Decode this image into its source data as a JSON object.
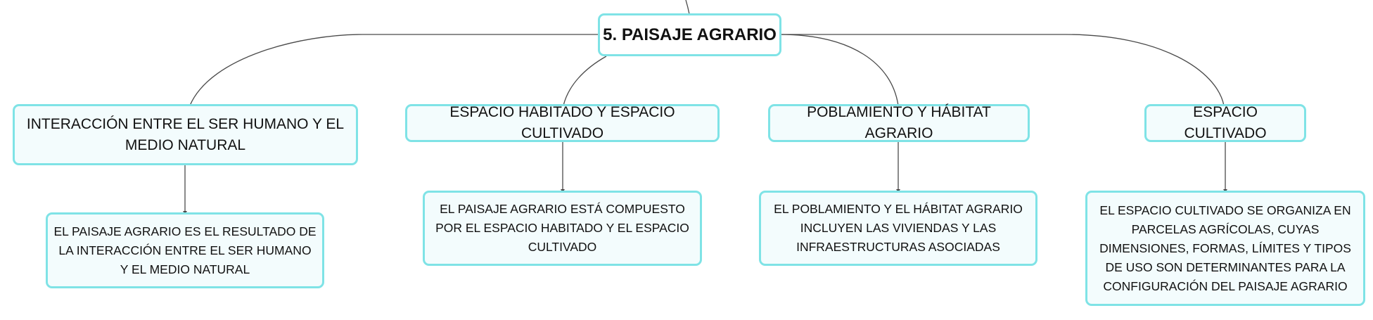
{
  "colors": {
    "node_border": "#7fe3e6",
    "node_fill": "#f3fcfd",
    "connector": "#4a4a4a"
  },
  "root": {
    "label": "5. PAISAJE AGRARIO"
  },
  "topics": [
    {
      "label": "INTERACCIÓN ENTRE EL SER HUMANO Y EL MEDIO NATURAL",
      "detail": "EL PAISAJE AGRARIO ES EL RESULTADO DE LA INTERACCIÓN ENTRE EL SER HUMANO Y EL MEDIO NATURAL"
    },
    {
      "label": "ESPACIO HABITADO Y ESPACIO CULTIVADO",
      "detail": "EL PAISAJE AGRARIO ESTÁ COMPUESTO POR EL ESPACIO HABITADO Y EL ESPACIO CULTIVADO"
    },
    {
      "label": "POBLAMIENTO Y HÁBITAT AGRARIO",
      "detail": "EL POBLAMIENTO Y EL HÁBITAT AGRARIO INCLUYEN LAS VIVIENDAS Y LAS INFRAESTRUCTURAS ASOCIADAS"
    },
    {
      "label": "ESPACIO CULTIVADO",
      "detail": "EL ESPACIO CULTIVADO SE ORGANIZA EN PARCELAS AGRÍCOLAS, CUYAS DIMENSIONES, FORMAS, LÍMITES Y TIPOS DE USO SON DETERMINANTES PARA LA CONFIGURACIÓN DEL PAISAJE AGRARIO"
    }
  ]
}
